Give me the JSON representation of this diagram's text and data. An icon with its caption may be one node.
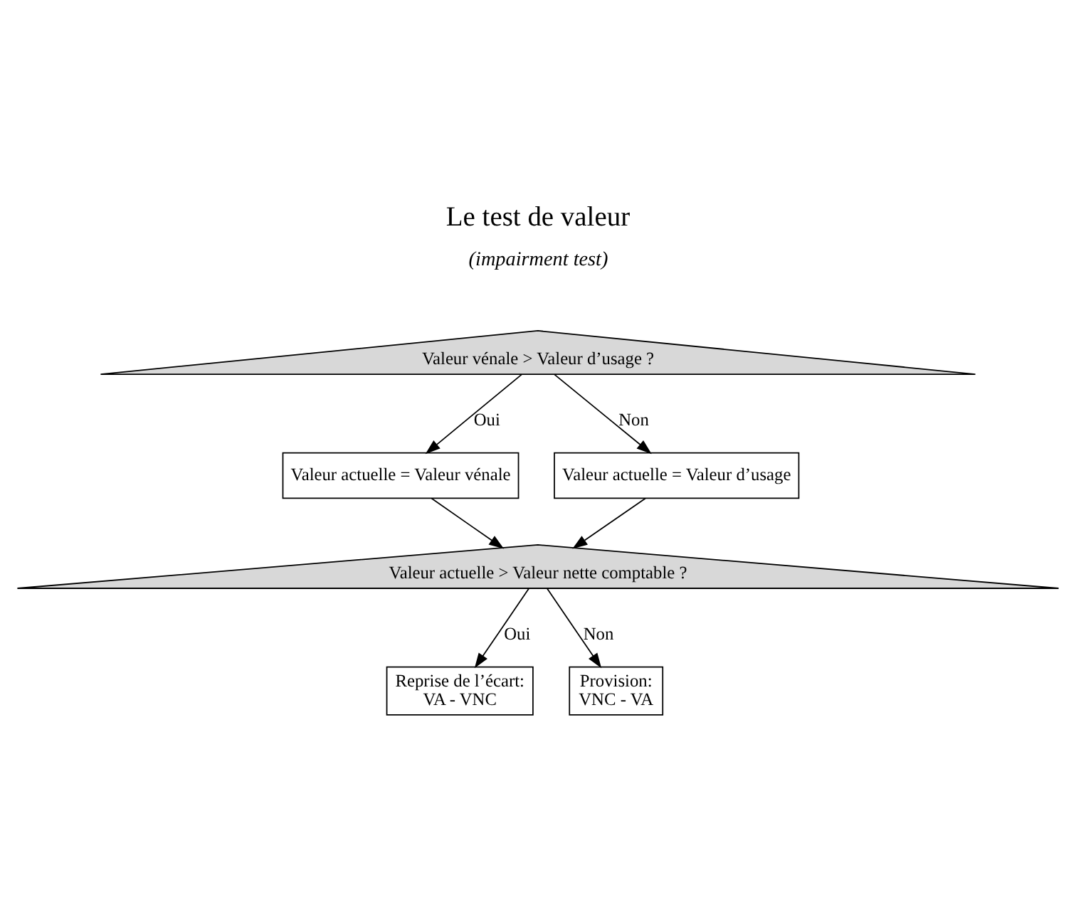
{
  "diagram": {
    "title": "Le test de valeur",
    "nodes": [
      {
        "text": [
          "Valeur vénale > Valeur d’usage ?"
        ]
      },
      {
        "text": [
          "Valeur actuelle = Valeur vénale"
        ]
      },
      {
        "text": [
          "Valeur actuelle = Valeur d’usage"
        ]
      },
      {
        "text": [
          "Valeur actuelle > Valeur nette comptable ?"
        ]
      },
      {
        "text": [
          "Reprise de l’écart:",
          "VA - VNC"
        ]
      },
      {
        "text": [
          "Provision:",
          "VNC - VA"
        ]
      }
    ],
    "edges": [
      {
        "from": 0,
        "to": 1,
        "arrow": "to",
        "label": "Oui"
      },
      {
        "from": 0,
        "to": 2,
        "arrow": "to",
        "label": "Non"
      },
      {
        "from": 1,
        "to": 3,
        "arrow": "to"
      },
      {
        "from": 2,
        "to": 3,
        "arrow": "to"
      },
      {
        "from": 3,
        "to": 4,
        "arrow": "to",
        "label": "Oui"
      },
      {
        "from": 3,
        "to": 5,
        "arrow": "to",
        "label": "Non"
      }
    ],
    "labels": [
      "(impairment test)"
    ]
  }
}
